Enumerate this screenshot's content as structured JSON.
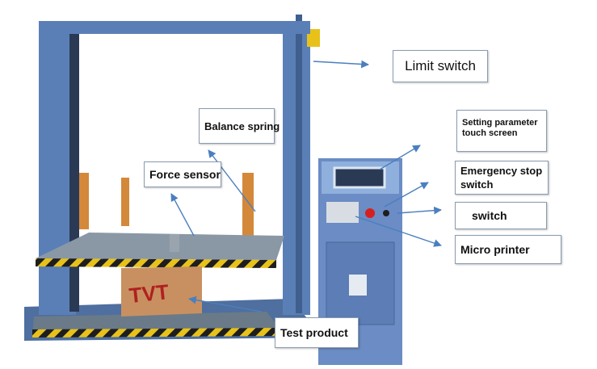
{
  "labels": {
    "limit_switch": "Limit switch",
    "balance_spring": "Balance spring",
    "setting_parameter": "Setting parameter touch screen",
    "force_sensor": "Force sensor",
    "emergency_stop": "Emergency stop switch",
    "switch": "switch",
    "micro_printer": "Micro printer",
    "test_product": "Test product"
  },
  "product_marking": "TVT",
  "colors": {
    "frame_blue": "#5a7fb6",
    "frame_dark": "#3f5f8f",
    "cabinet_blue": "#6b8cc4",
    "spring_orange": "#d4883a",
    "hazard_yellow": "#e8c21a",
    "box_brown": "#c89060",
    "arrow_blue": "#4a7fbf",
    "callout_border": "#8a9bb0"
  }
}
